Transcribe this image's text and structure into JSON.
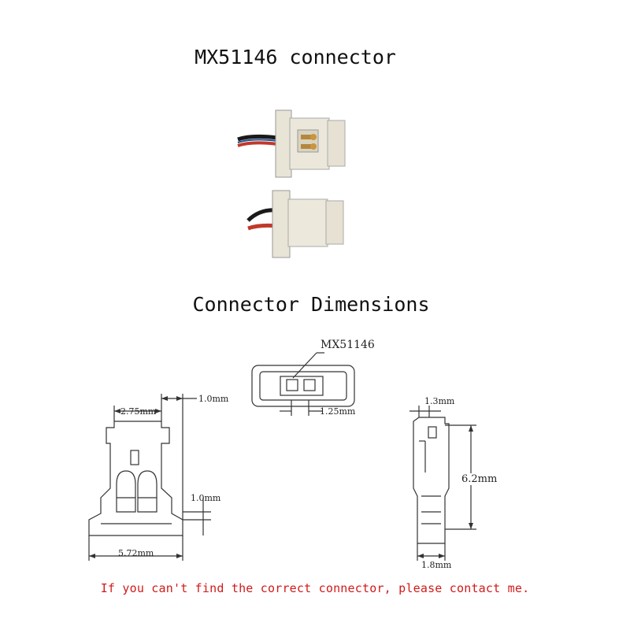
{
  "title": "MX51146 connector",
  "section_title": "Connector Dimensions",
  "part_label": "MX51146",
  "dimensions": {
    "front_top_offset": "1.0mm",
    "front_width_top": "2.75mm",
    "front_side_offset": "1.0mm",
    "front_base_width": "5.72mm",
    "top_pitch": "1.25mm",
    "side_top": "1.3mm",
    "side_height": "6.2mm",
    "side_base": "1.8mm"
  },
  "footer": "If you can't find the correct connector, please contact me."
}
